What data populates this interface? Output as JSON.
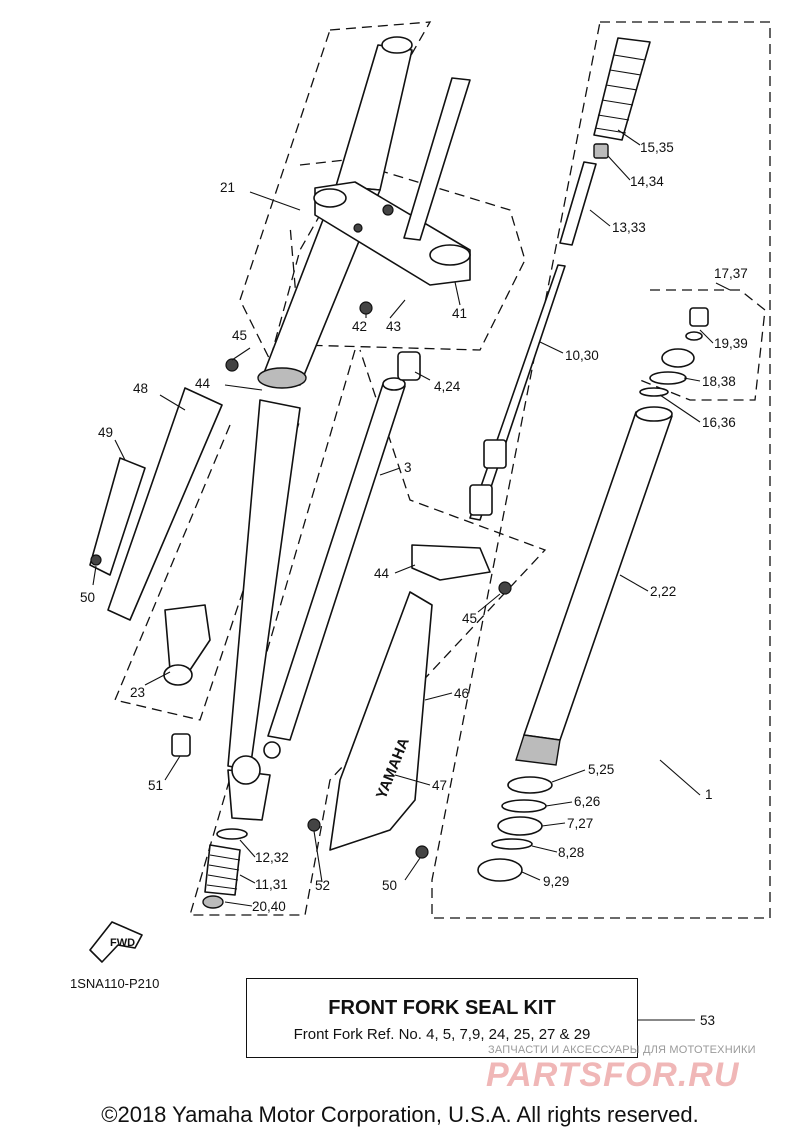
{
  "diagram_code": "1SNA110-P210",
  "fwd_label": "FWD",
  "kit": {
    "title": "FRONT FORK SEAL KIT",
    "subtitle": "Front Fork Ref. No. 4, 5, 7,9, 24, 25, 27 & 29",
    "ref": "53"
  },
  "copyright": "©2018 Yamaha Motor Corporation, U.S.A. All rights reserved.",
  "watermark": {
    "sub": "ЗАПЧАСТИ И АКСЕССУАРЫ ДЛЯ МОТОТЕХНИКИ",
    "brand": "PARTSFOR.RU"
  },
  "callouts": [
    "21",
    "45",
    "44",
    "48",
    "49",
    "50",
    "23",
    "51",
    "42",
    "43",
    "41",
    "4,24",
    "3",
    "44",
    "45",
    "46",
    "47",
    "12,32",
    "11,31",
    "20,40",
    "52",
    "50",
    "15,35",
    "14,34",
    "13,33",
    "10,30",
    "17,37",
    "19,39",
    "18,38",
    "16,36",
    "2,22",
    "5,25",
    "6,26",
    "7,27",
    "8,28",
    "9,29",
    "1"
  ]
}
